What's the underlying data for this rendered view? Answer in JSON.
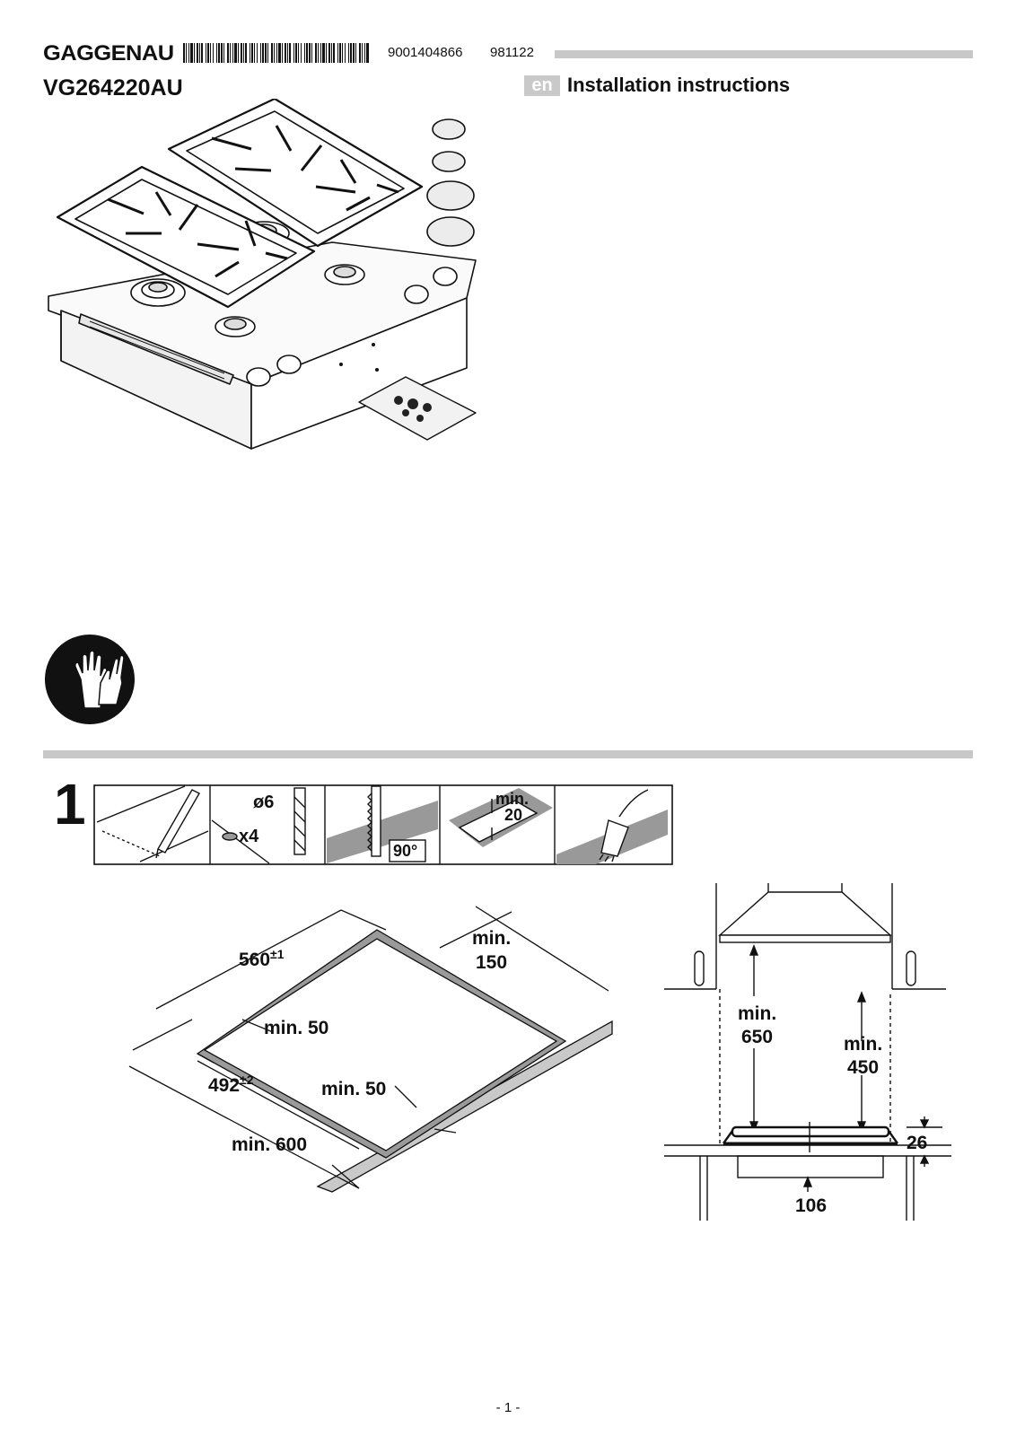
{
  "header": {
    "brand": "GAGGENAU",
    "article_number": "9001404866",
    "date_code": "981122",
    "model": "VG264220AU",
    "language_badge": "en",
    "title": "Installation instructions"
  },
  "step1": {
    "number": "1",
    "icon_strip": {
      "drill_diameter": "ø6",
      "screw_count": "x4",
      "saw_angle": "90°",
      "min_label": "min.",
      "min_value": "20"
    },
    "cutout": {
      "width": "560",
      "width_tol": "±1",
      "depth": "492",
      "depth_tol": "±2",
      "min_worktop": "min. 600",
      "rear_min_label": "min.",
      "rear_min_value": "150",
      "side_min": "min. 50",
      "front_min": "min. 50"
    },
    "section": {
      "hood_min_label": "min.",
      "hood_min_value": "650",
      "cabinet_min_label": "min.",
      "cabinet_min_value": "450",
      "height_above": "26",
      "depth_below": "106"
    }
  },
  "footer": {
    "page": "- 1 -"
  }
}
